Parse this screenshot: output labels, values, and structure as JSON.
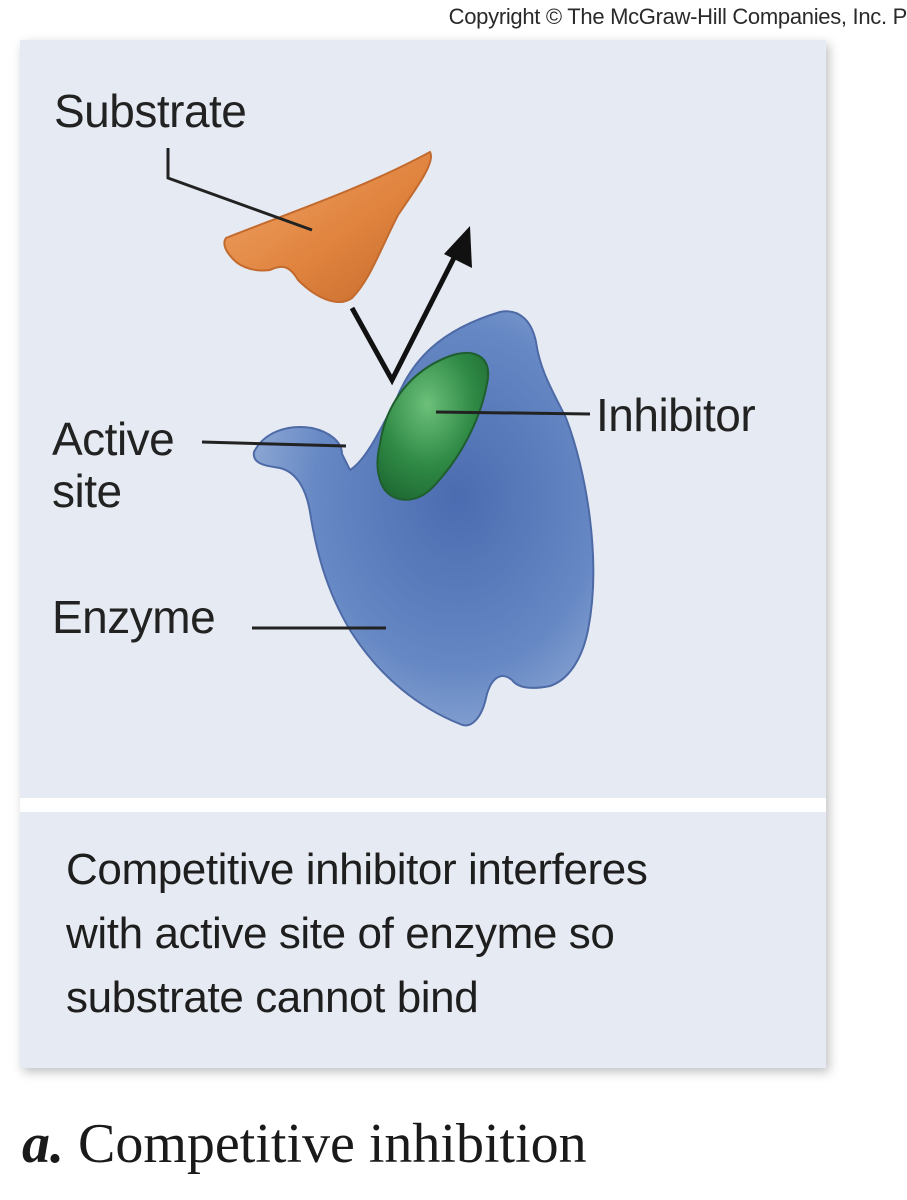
{
  "copyright": "Copyright © The McGraw-Hill Companies, Inc. P",
  "labels": {
    "substrate": "Substrate",
    "active_site_line1": "Active",
    "active_site_line2": "site",
    "enzyme": "Enzyme",
    "inhibitor": "Inhibitor"
  },
  "caption": {
    "line1": "Competitive inhibitor interferes",
    "line2": "with active site of enzyme so",
    "line3": "substrate cannot bind"
  },
  "figure": {
    "letter": "a.",
    "title": "Competitive inhibition"
  },
  "colors": {
    "panel": "#e6ebf3",
    "substrate": "#e08a4a",
    "enzyme": "#5a7ab8",
    "inhibitor": "#3f9a52"
  }
}
